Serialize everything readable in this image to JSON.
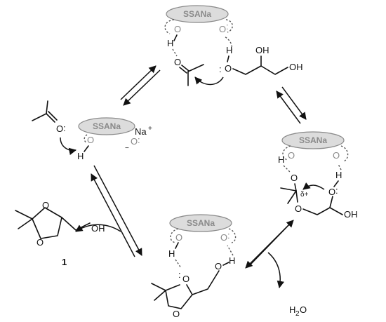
{
  "catalyst_label": "SSANa",
  "atoms": {
    "oxygen": "O",
    "hydrogen": "H",
    "hydroxyl": "OH",
    "sodium_cation": "Na",
    "plus": "+",
    "minus": "−",
    "lone_pair": ":",
    "delta_plus": "δ+"
  },
  "product": {
    "compound_number": "1"
  },
  "byproduct": {
    "water_H": "H",
    "water_2": "2",
    "water_O": "O"
  }
}
